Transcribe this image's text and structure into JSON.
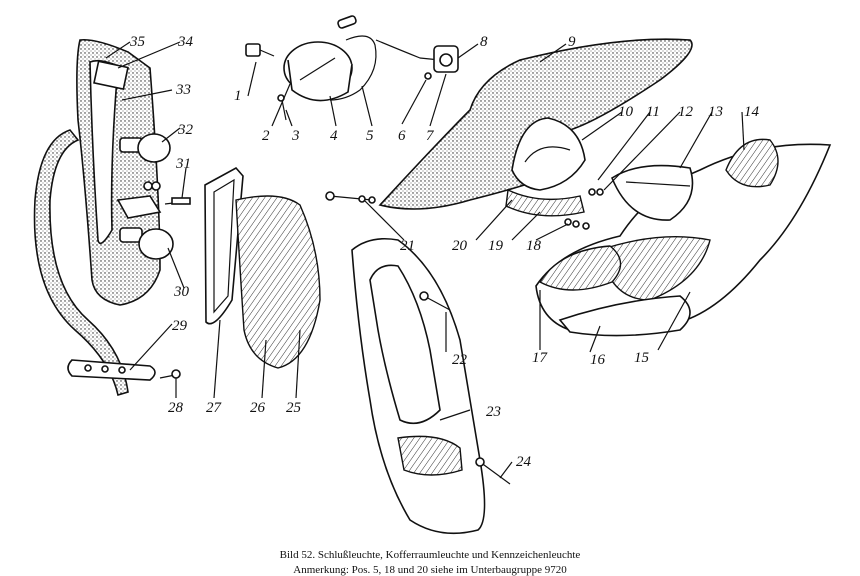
{
  "figure": {
    "caption_line1": "Bild 52. Schlußleuchte, Kofferraumleuchte und Kennzeichenleuchte",
    "caption_line2": "Anmerkung: Pos. 5, 18 und 20 siehe im Unterbaugruppe 9720"
  },
  "callouts": [
    {
      "id": "c1",
      "label": "1"
    },
    {
      "id": "c2",
      "label": "2"
    },
    {
      "id": "c3",
      "label": "3"
    },
    {
      "id": "c4",
      "label": "4"
    },
    {
      "id": "c5",
      "label": "5"
    },
    {
      "id": "c6",
      "label": "6"
    },
    {
      "id": "c7",
      "label": "7"
    },
    {
      "id": "c8",
      "label": "8"
    },
    {
      "id": "c9",
      "label": "9"
    },
    {
      "id": "c10",
      "label": "10"
    },
    {
      "id": "c11",
      "label": "11"
    },
    {
      "id": "c12",
      "label": "12"
    },
    {
      "id": "c13",
      "label": "13"
    },
    {
      "id": "c14",
      "label": "14"
    },
    {
      "id": "c15",
      "label": "15"
    },
    {
      "id": "c16",
      "label": "16"
    },
    {
      "id": "c17",
      "label": "17"
    },
    {
      "id": "c18",
      "label": "18"
    },
    {
      "id": "c19",
      "label": "19"
    },
    {
      "id": "c20",
      "label": "20"
    },
    {
      "id": "c21",
      "label": "21"
    },
    {
      "id": "c22",
      "label": "22"
    },
    {
      "id": "c23",
      "label": "23"
    },
    {
      "id": "c24",
      "label": "24"
    },
    {
      "id": "c25",
      "label": "25"
    },
    {
      "id": "c26",
      "label": "26"
    },
    {
      "id": "c27",
      "label": "27"
    },
    {
      "id": "c28",
      "label": "28"
    },
    {
      "id": "c29",
      "label": "29"
    },
    {
      "id": "c30",
      "label": "30"
    },
    {
      "id": "c31",
      "label": "31"
    },
    {
      "id": "c32",
      "label": "32"
    },
    {
      "id": "c33",
      "label": "33"
    },
    {
      "id": "c34",
      "label": "34"
    },
    {
      "id": "c35",
      "label": "35"
    }
  ]
}
